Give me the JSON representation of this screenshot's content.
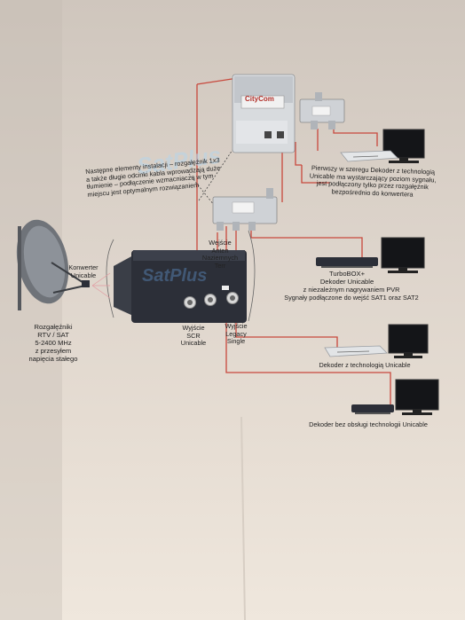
{
  "device": {
    "amplifier_brand": "CityCom",
    "lnb_watermark": "SatPlus",
    "sheet_watermark": "SatPlus"
  },
  "labels": {
    "installation_note": "Następne elementy instalacji – rozgałęźnik 1x3\na także długie odcinki kabla wprowadzają duże\ntłumienie – podłączenie wzmacniacza w tym\nmiejscu jest optymalnym rozwiązaniem",
    "converter": "Konwerter\nUnicable",
    "splitter_rtv": "Rozgałęźniki\nRTV / SAT\n5-2400 MHz\nz przesyłem\nnapięcia stałego",
    "terrestrial_input": "Wejście\nAnten\nNaziemnych\nTerr",
    "scr_output": "Wyjście\nSCR\nUnicable",
    "legacy_output": "Wyjście\nLegacy\nSingle",
    "first_decoder": "Pierwszy w szeregu Dekoder z technologią\nUnicable ma wystarczający poziom sygnału,\njest podłączony tylko przez rozgałęźnik\nbezpośrednio do konwertera",
    "turbobox": "TurboBOX+\nDekoder  Unicable",
    "pvr_note": "z niezależnym nagrywaniem PVR\nSygnały podłączone do wejść SAT1 oraz SAT2",
    "unicable_decoder": "Dekoder z technologią Unicable",
    "no_unicable_decoder": "Dekoder bez obsługi technologii Unicable"
  },
  "colors": {
    "cable": "#c8483c",
    "device_dark": "#2c2f38",
    "tv_screen": "#141518",
    "paper": "#e6ddd3"
  }
}
